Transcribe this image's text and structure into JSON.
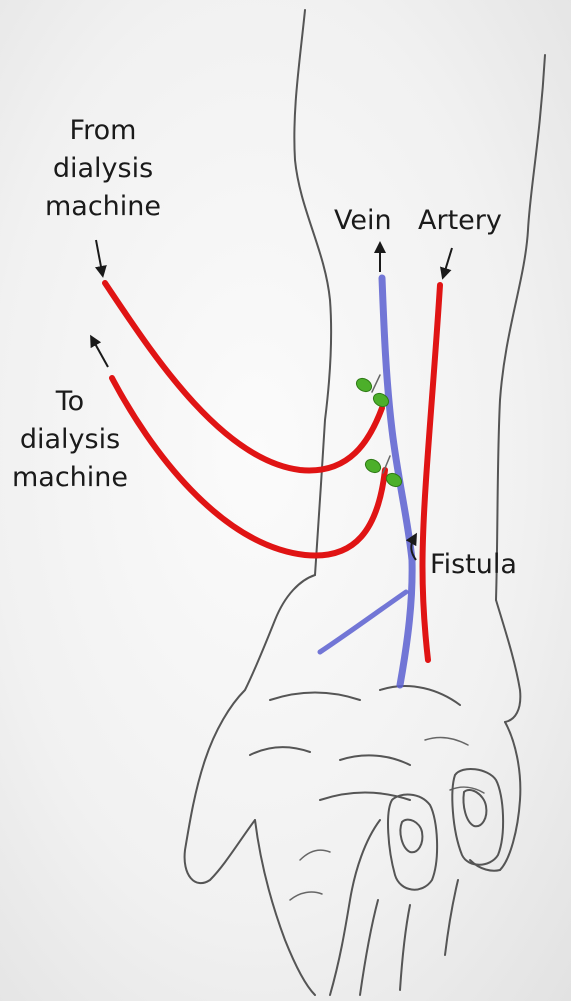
{
  "labels": {
    "from_machine": [
      "From",
      "dialysis",
      "machine"
    ],
    "to_machine": [
      "To",
      "dialysis",
      "machine"
    ],
    "vein": "Vein",
    "artery": "Artery",
    "fistula": "Fistula"
  },
  "colors": {
    "vein": "#5b5fd0",
    "artery": "#e01414",
    "tube": "#e01414",
    "clamp": "#4caf2a",
    "outline": "#555555",
    "background": "#f2f2f2"
  }
}
